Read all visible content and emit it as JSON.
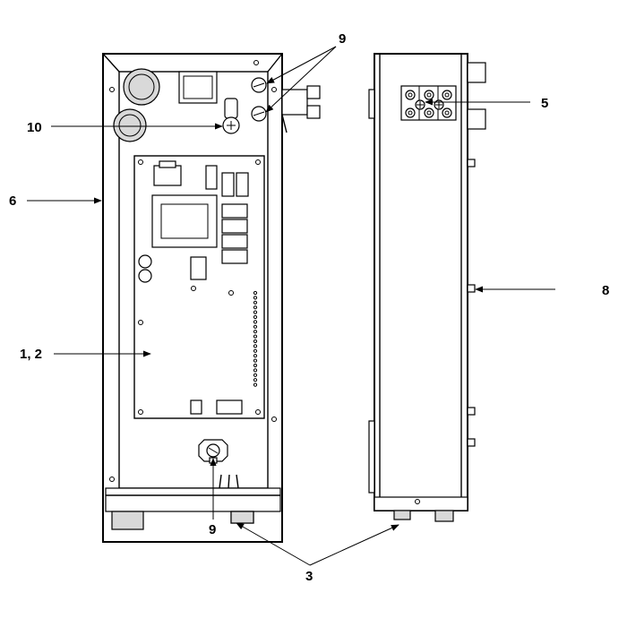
{
  "callouts": {
    "c9_top": "9",
    "c10": "10",
    "c6": "6",
    "c5": "5",
    "c8": "8",
    "c1_2": "1, 2",
    "c9_bottom": "9",
    "c3": "3"
  }
}
